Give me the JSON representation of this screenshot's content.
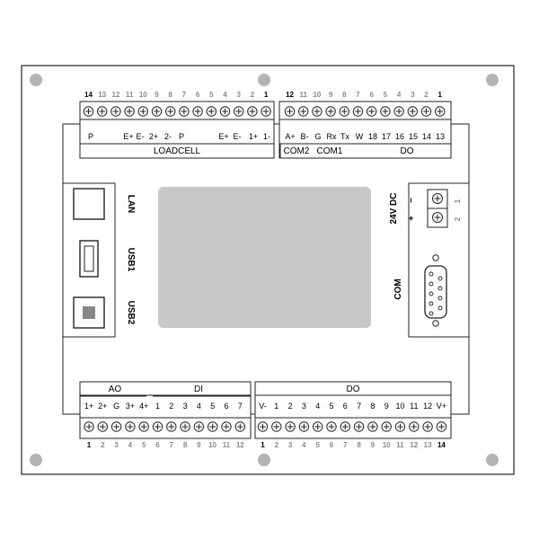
{
  "top_left_block": {
    "pin_numbers": [
      "14",
      "13",
      "12",
      "11",
      "10",
      "9",
      "8",
      "7",
      "6",
      "5",
      "4",
      "3",
      "2",
      "1"
    ],
    "bold_pins": [
      "14",
      "1"
    ],
    "signals": [
      "P",
      "E+",
      "E-",
      "2+",
      "2-",
      "P",
      "E+",
      "E-",
      "1+",
      "1-"
    ],
    "group_label": "LOADCELL"
  },
  "top_right_block": {
    "pin_numbers": [
      "12",
      "11",
      "10",
      "9",
      "8",
      "7",
      "6",
      "5",
      "4",
      "3",
      "2",
      "1"
    ],
    "bold_pins": [
      "12",
      "1"
    ],
    "signals": [
      "A+",
      "B-",
      "G",
      "Rx",
      "Tx",
      "W",
      "18",
      "17",
      "16",
      "15",
      "14",
      "13"
    ],
    "group_labels": [
      "COM2",
      "COM1",
      "DO"
    ]
  },
  "bottom_left_block": {
    "group_labels": [
      "AO",
      "DI"
    ],
    "signals": [
      "1+",
      "2+",
      "G",
      "3+",
      "4+",
      "1",
      "2",
      "3",
      "4",
      "5",
      "6",
      "7"
    ],
    "pin_numbers": [
      "1",
      "2",
      "3",
      "4",
      "5",
      "6",
      "7",
      "8",
      "9",
      "10",
      "11",
      "12"
    ],
    "bold_pins": [
      "1"
    ]
  },
  "bottom_right_block": {
    "group_label": "DO",
    "signals": [
      "V-",
      "1",
      "2",
      "3",
      "4",
      "5",
      "6",
      "7",
      "8",
      "9",
      "10",
      "11",
      "12",
      "V+"
    ],
    "pin_numbers": [
      "1",
      "2",
      "3",
      "4",
      "5",
      "6",
      "7",
      "8",
      "9",
      "10",
      "11",
      "12",
      "13",
      "14"
    ],
    "bold_pins": [
      "1",
      "14"
    ]
  },
  "left_ports": {
    "lan": "LAN",
    "usb1": "USB1",
    "usb2": "USB2"
  },
  "right_ports": {
    "power_label": "24V DC",
    "minus": "−",
    "plus": "+",
    "terminal_numbers": [
      "1",
      "2"
    ],
    "com": "COM"
  },
  "colors": {
    "screen": "#c8c8c8",
    "mount_hole": "#b4b4b4",
    "outline": "#222222",
    "pin_number_gray": "#8a8a8a"
  },
  "icons": [
    "screw-terminal-icon",
    "mount-hole-icon",
    "db9-connector-icon"
  ]
}
